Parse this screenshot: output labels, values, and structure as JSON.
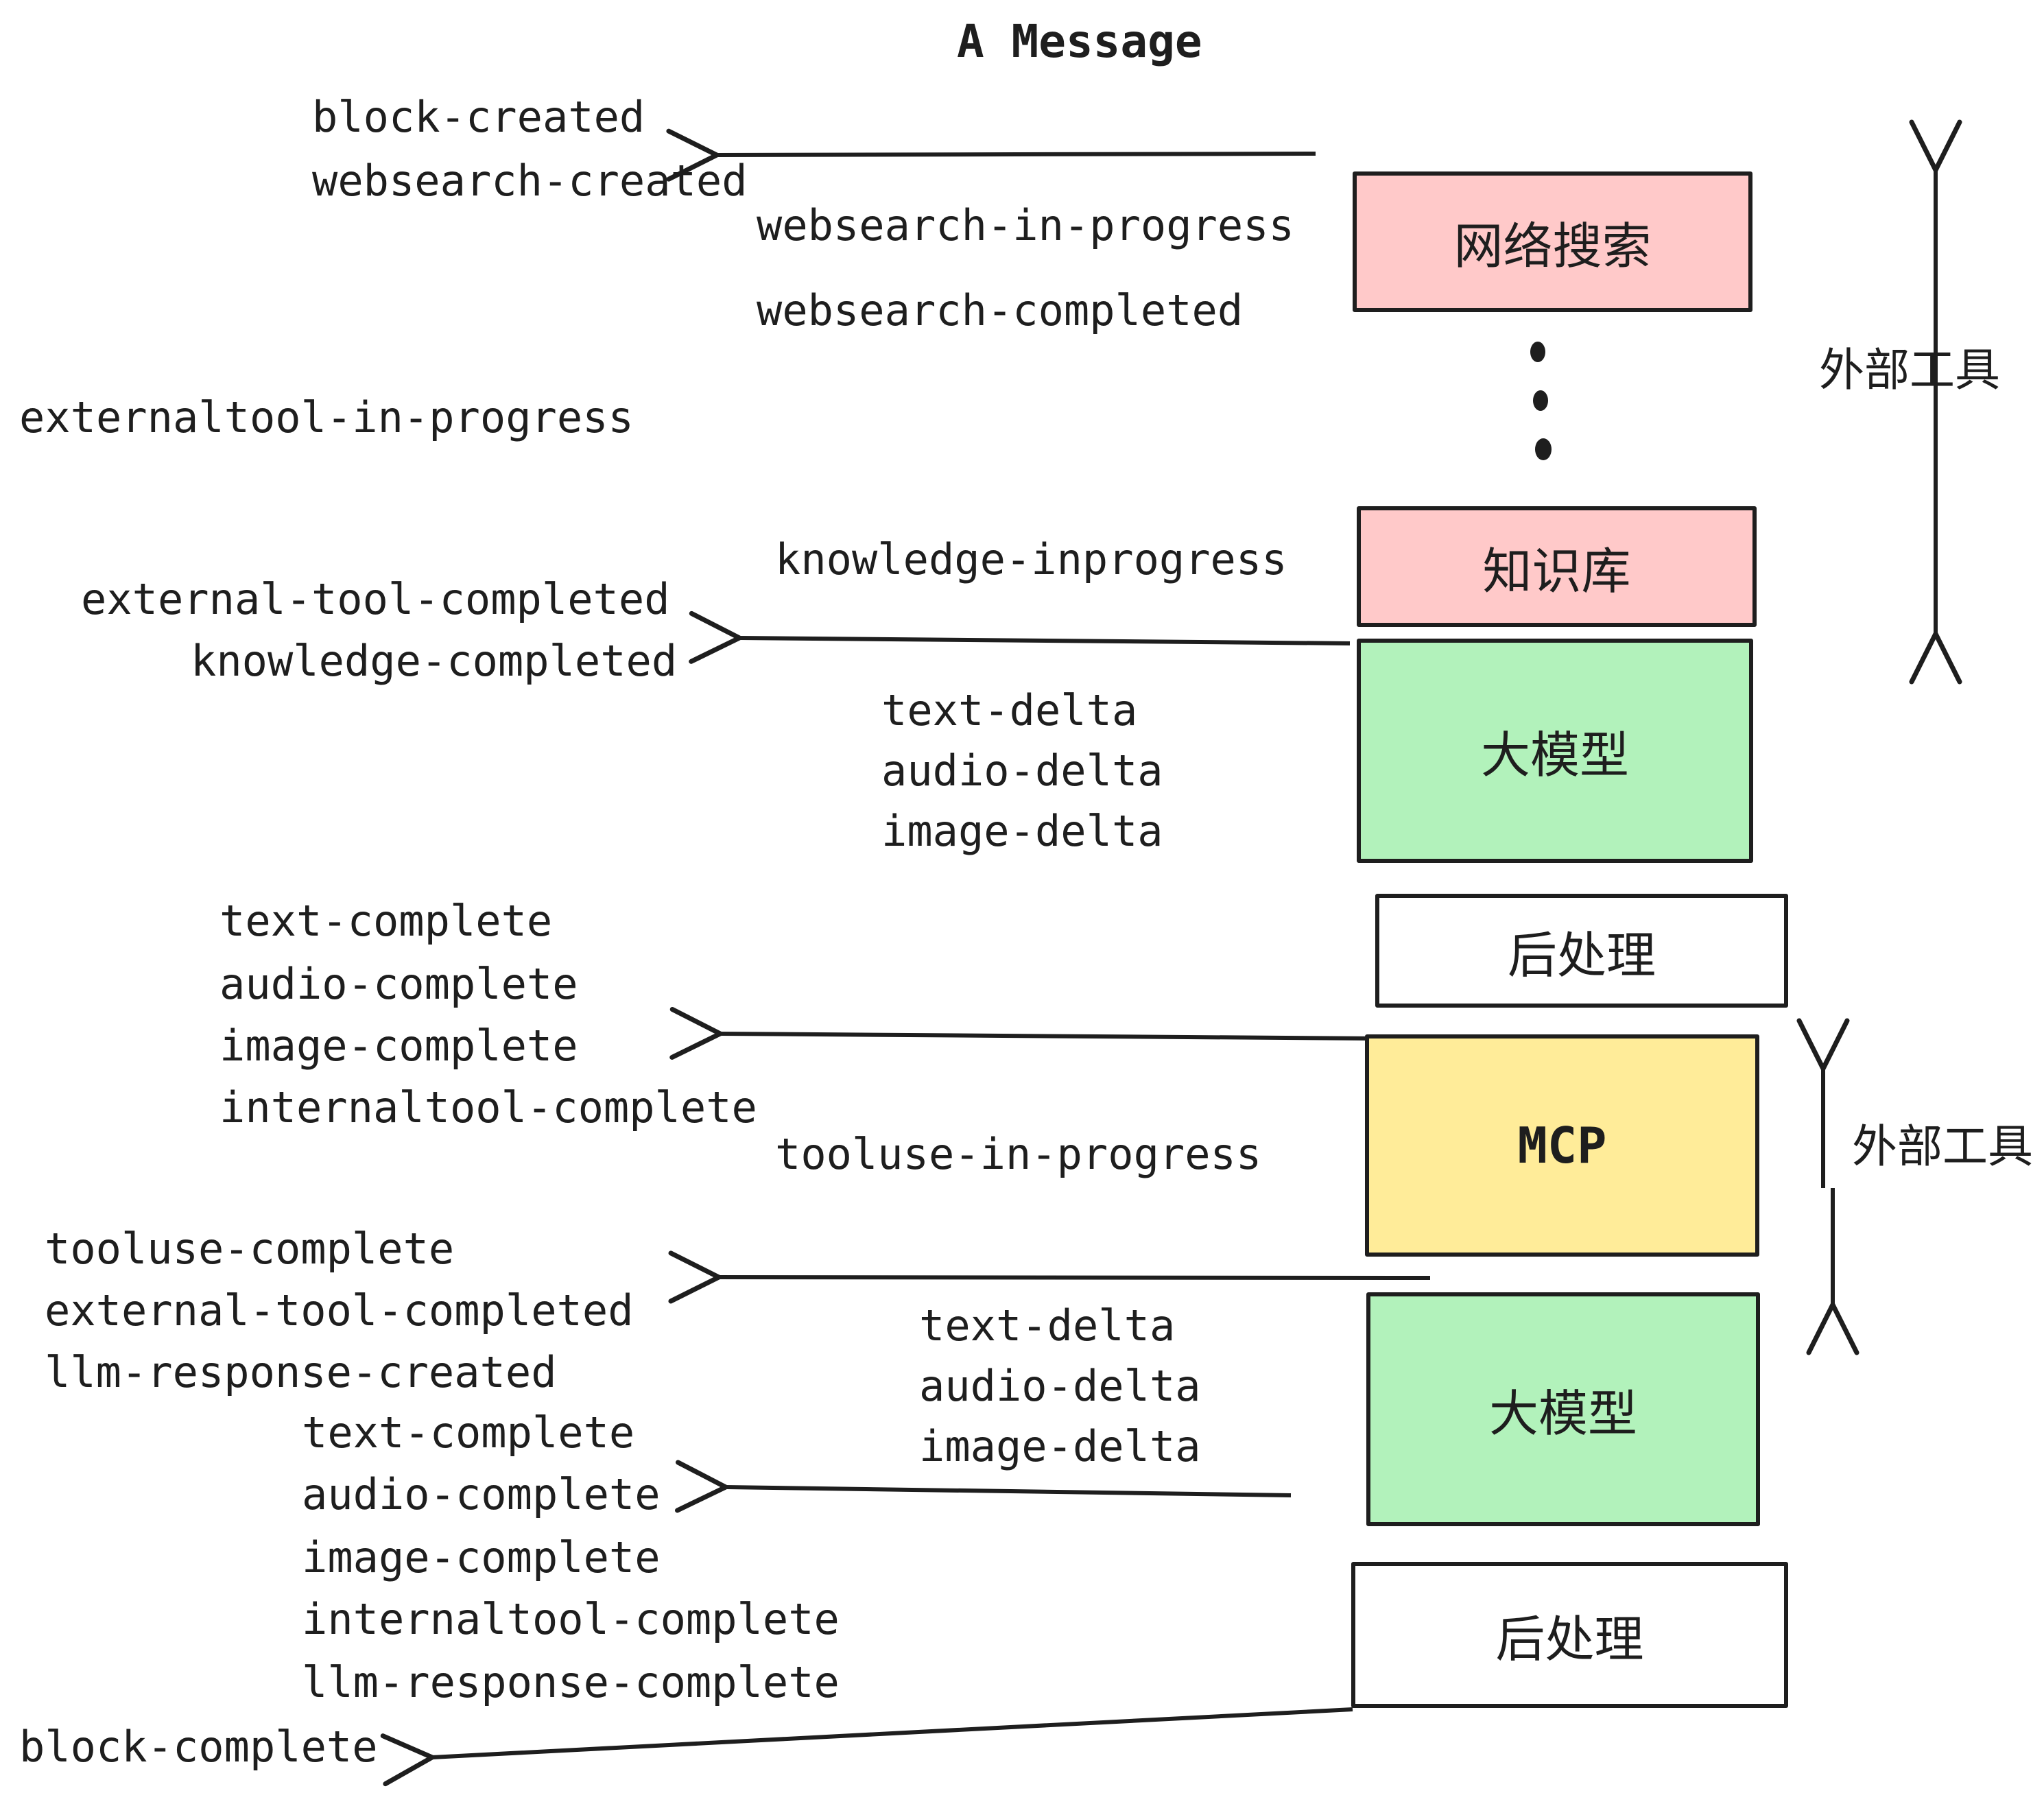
{
  "title": "A Message",
  "colors": {
    "ink": "#1e1e1e",
    "pink_box": "#ffc9c9",
    "green_box": "#b2f2bb",
    "yellow_box": "#ffec99",
    "white_box": "#ffffff",
    "background": "#ffffff"
  },
  "boxes": {
    "websearch": "网络搜索",
    "knowledge": "知识库",
    "llm1": "大模型",
    "post1": "后处理",
    "mcp": "MCP",
    "llm2": "大模型",
    "post2": "后处理"
  },
  "side_labels": {
    "external_tools_top": "外部工具",
    "external_tools_mid": "外部工具"
  },
  "events": {
    "block_created": "block-created",
    "websearch_created": "websearch-created",
    "websearch_in_progress": "websearch-in-progress",
    "websearch_completed": "websearch-completed",
    "externaltool_in_progress": "externaltool-in-progress",
    "knowledge_inprogress": "knowledge-inprogress",
    "external_tool_completed_1": "external-tool-completed",
    "knowledge_completed": "knowledge-completed",
    "text_delta_1": "text-delta",
    "audio_delta_1": "audio-delta",
    "image_delta_1": "image-delta",
    "text_complete_1": "text-complete",
    "audio_complete_1": "audio-complete",
    "image_complete_1": "image-complete",
    "internaltool_complete_1": "internaltool-complete",
    "tooluse_in_progress": "tooluse-in-progress",
    "tooluse_complete": "tooluse-complete",
    "external_tool_completed_2": "external-tool-completed",
    "llm_response_created": "llm-response-created",
    "text_delta_2": "text-delta",
    "audio_delta_2": "audio-delta",
    "image_delta_2": "image-delta",
    "text_complete_2": "text-complete",
    "audio_complete_2": "audio-complete",
    "image_complete_2": "image-complete",
    "internaltool_complete_2": "internaltool-complete",
    "llm_response_complete": "llm-response-complete",
    "block_complete": "block-complete"
  }
}
